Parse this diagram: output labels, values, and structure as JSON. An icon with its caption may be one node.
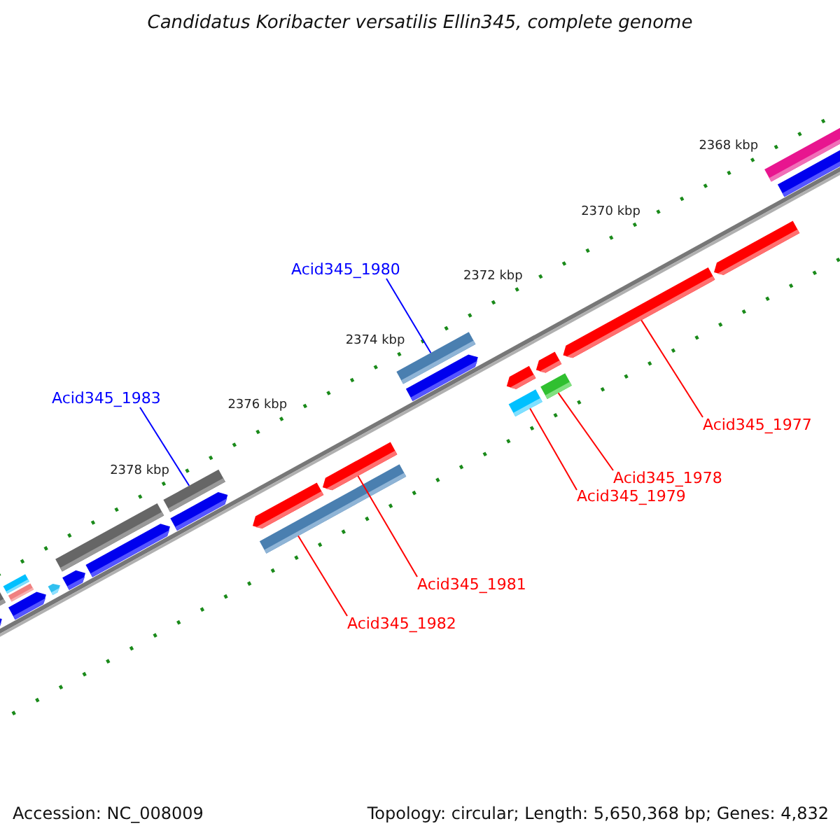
{
  "diagram": {
    "title": "Candidatus Koribacter versatilis Ellin345, complete genome",
    "nodes": [
      {
        "text": [
          "Acid345_1980"
        ]
      },
      {
        "text": [
          "Acid345_1983"
        ]
      },
      {
        "text": [
          "Acid345_1977"
        ]
      },
      {
        "text": [
          "Acid345_1978"
        ]
      },
      {
        "text": [
          "Acid345_1979"
        ]
      },
      {
        "text": [
          "Acid345_1981"
        ]
      },
      {
        "text": [
          "Acid345_1982"
        ]
      },
      {
        "text": [],
        "shape": "bar"
      },
      {
        "text": [],
        "shape": "pentagon"
      },
      {
        "text": [],
        "shape": "pentagon"
      },
      {
        "text": [],
        "shape": "bar"
      },
      {
        "text": [],
        "shape": "bar"
      },
      {
        "text": [],
        "shape": "pentagon"
      },
      {
        "text": [],
        "shape": "pentagon"
      },
      {
        "text": [],
        "shape": "bar"
      },
      {
        "text": [],
        "shape": "pentagon"
      },
      {
        "text": [],
        "shape": "pentagon"
      },
      {
        "text": [],
        "shape": "bar"
      },
      {
        "text": [],
        "shape": "bar"
      },
      {
        "text": [],
        "shape": "pentagon"
      },
      {
        "text": [],
        "shape": "pentagon"
      },
      {
        "text": [],
        "shape": "bar"
      },
      {
        "text": [],
        "shape": "pentagon"
      },
      {
        "text": [],
        "shape": "bar"
      },
      {
        "text": [],
        "shape": "pentagon"
      },
      {
        "text": [],
        "shape": "bar"
      },
      {
        "text": [],
        "shape": "pentagon"
      },
      {
        "text": [],
        "shape": "pentagon"
      },
      {
        "text": [],
        "shape": "pentagon"
      },
      {
        "text": [],
        "shape": "bar"
      },
      {
        "text": [],
        "shape": "pentagon"
      }
    ],
    "edges": [
      {
        "from": 0,
        "to": 21,
        "arrow": "none",
        "color": "#0000ff"
      },
      {
        "from": 1,
        "to": 17,
        "arrow": "none",
        "color": "#0000ff"
      },
      {
        "from": 2,
        "to": 27,
        "arrow": "none"
      },
      {
        "from": 3,
        "to": 25,
        "arrow": "none"
      },
      {
        "from": 4,
        "to": 23,
        "arrow": "none"
      },
      {
        "from": 5,
        "to": 20,
        "arrow": "none"
      },
      {
        "from": 6,
        "to": 18,
        "arrow": "none"
      }
    ],
    "labels": [
      "2368 kbp",
      "2370 kbp",
      "2372 kbp",
      "2374 kbp",
      "2376 kbp",
      "2378 kbp",
      "Accession: NC_008009",
      "Topology: circular; Length: 5,650,368 bp; Genes: 4,832"
    ]
  }
}
